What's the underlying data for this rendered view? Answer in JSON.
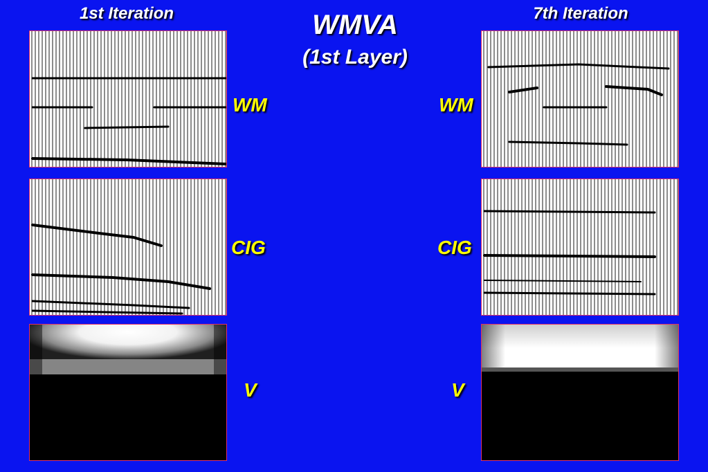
{
  "title": "WMVA",
  "subtitle": "(1st Layer)",
  "left_column": {
    "heading": "1st Iteration"
  },
  "right_column": {
    "heading": "7th Iteration"
  },
  "row_labels": {
    "wm": "WM",
    "cig": "CIG",
    "v": "V"
  },
  "colors": {
    "background": "#0a14f0",
    "title_text": "#ffffff",
    "label_text": "#ffff00",
    "panel_border": "#e0306a"
  }
}
